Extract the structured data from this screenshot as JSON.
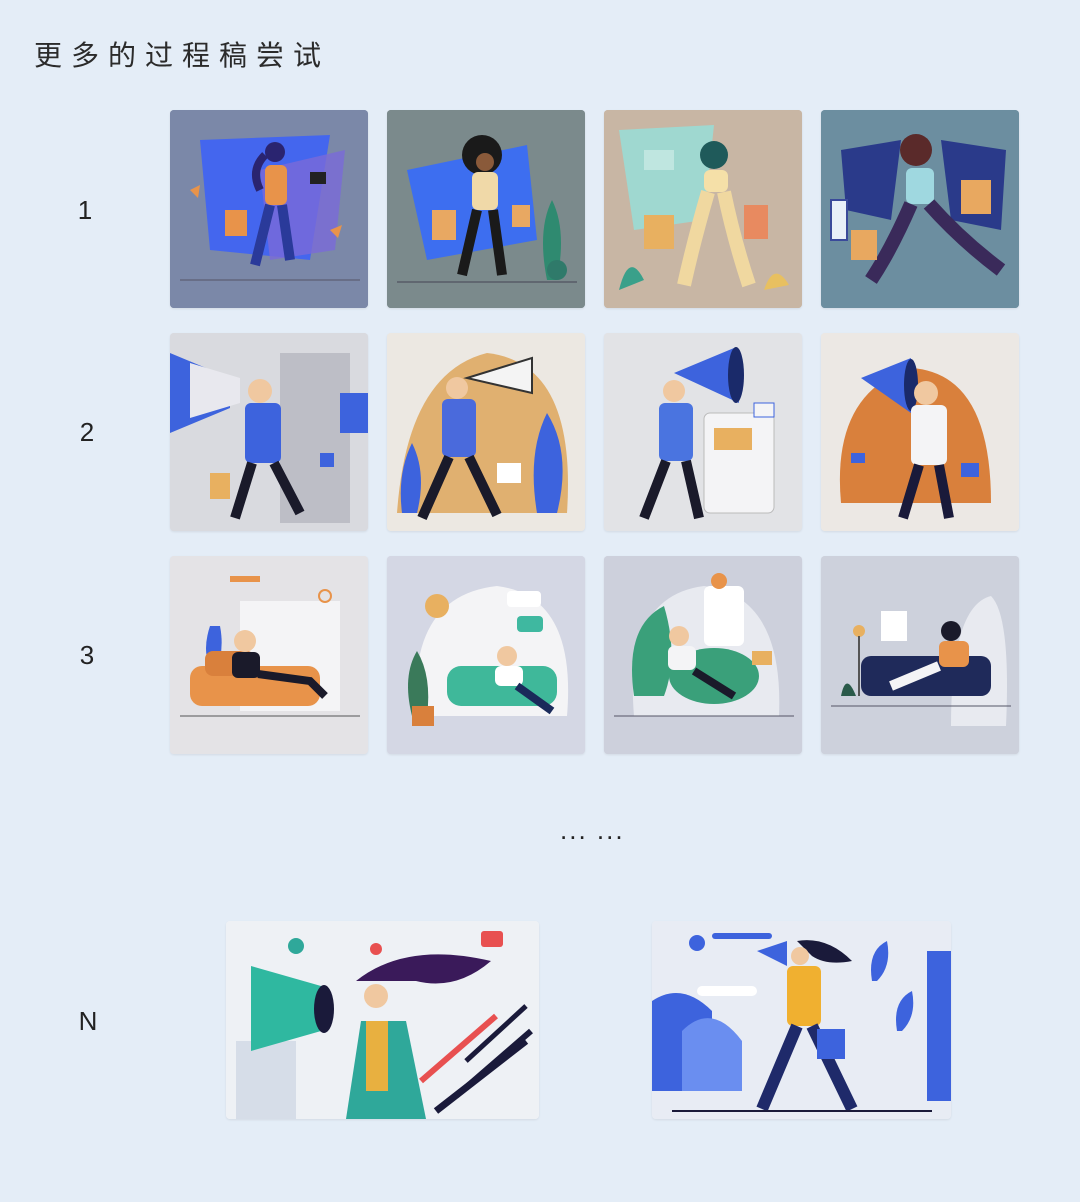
{
  "title": "更多的过程稿尝试",
  "rows": [
    {
      "label": "1",
      "theme": "shopping"
    },
    {
      "label": "2",
      "theme": "megaphone"
    },
    {
      "label": "3",
      "theme": "sofa"
    }
  ],
  "ellipsis": "... ...",
  "final_row": {
    "label": "N"
  },
  "colors": {
    "background": "#e4edf7",
    "accent_blue": "#3d63dd",
    "accent_orange": "#e8934a",
    "accent_teal": "#2fa89a"
  }
}
